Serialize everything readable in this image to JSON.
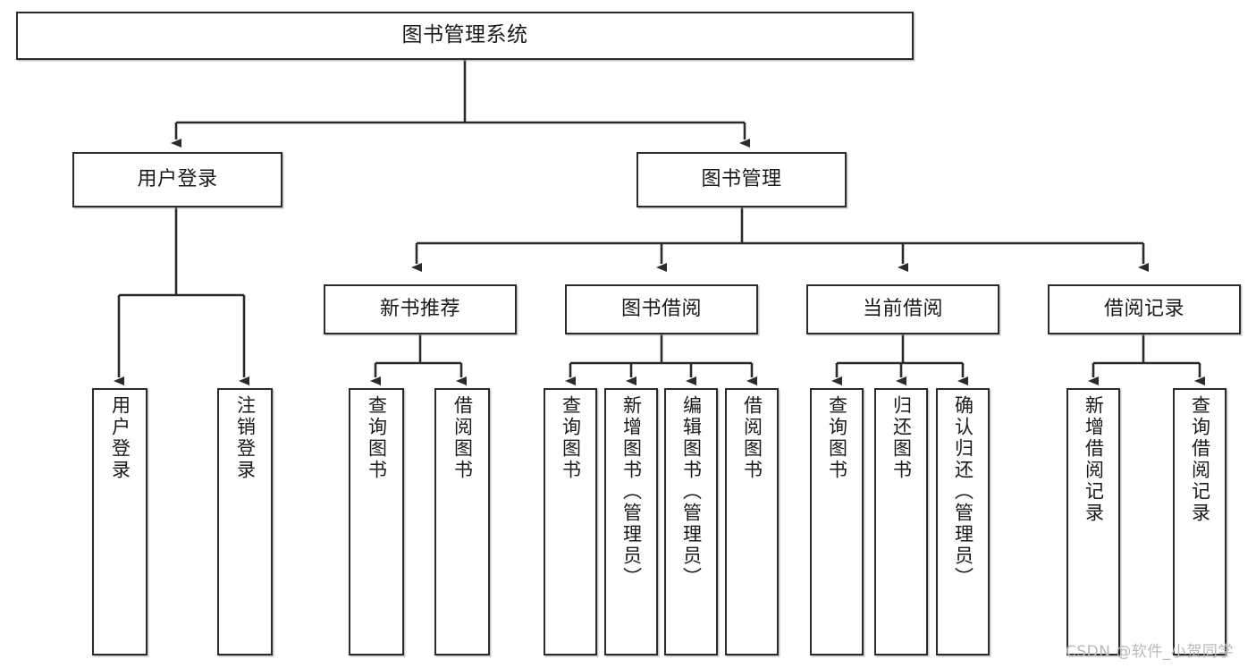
{
  "diagram": {
    "title": "图书管理系统",
    "type": "tree-hierarchy",
    "root": {
      "label": "图书管理系统"
    },
    "level2": [
      {
        "id": "user-login",
        "label": "用户登录"
      },
      {
        "id": "book-manage",
        "label": "图书管理"
      }
    ],
    "level3": [
      {
        "id": "new-book-recommend",
        "label": "新书推荐",
        "parent": "book-manage"
      },
      {
        "id": "book-borrow",
        "label": "图书借阅",
        "parent": "book-manage"
      },
      {
        "id": "current-borrow",
        "label": "当前借阅",
        "parent": "book-manage"
      },
      {
        "id": "borrow-record",
        "label": "借阅记录",
        "parent": "book-manage"
      }
    ],
    "leaves": [
      {
        "id": "leaf-user-login",
        "label": "用户登录",
        "parent": "user-login"
      },
      {
        "id": "leaf-user-logout",
        "label": "注销登录",
        "parent": "user-login"
      },
      {
        "id": "leaf-query-book-1",
        "label": "查询图书",
        "parent": "new-book-recommend"
      },
      {
        "id": "leaf-borrow-book-1",
        "label": "借阅图书",
        "parent": "new-book-recommend"
      },
      {
        "id": "leaf-query-book-2",
        "label": "查询图书",
        "parent": "book-borrow"
      },
      {
        "id": "leaf-add-book",
        "label": "新增图书（管理员）",
        "parent": "book-borrow"
      },
      {
        "id": "leaf-edit-book",
        "label": "编辑图书（管理员）",
        "parent": "book-borrow"
      },
      {
        "id": "leaf-borrow-book-2",
        "label": "借阅图书",
        "parent": "book-borrow"
      },
      {
        "id": "leaf-query-book-3",
        "label": "查询图书",
        "parent": "current-borrow"
      },
      {
        "id": "leaf-return-book",
        "label": "归还图书",
        "parent": "current-borrow"
      },
      {
        "id": "leaf-confirm-return",
        "label": "确认归还（管理员）",
        "parent": "current-borrow"
      },
      {
        "id": "leaf-add-record",
        "label": "新增借阅记录",
        "parent": "borrow-record"
      },
      {
        "id": "leaf-query-record",
        "label": "查询借阅记录",
        "parent": "borrow-record"
      }
    ],
    "colors": {
      "stroke": "#2b2b2b",
      "fill": "#ffffff",
      "text": "#1a1a1a",
      "watermark": "#b9b9b9"
    }
  },
  "watermark": {
    "text": "CSDN @软件_小贺同学"
  }
}
